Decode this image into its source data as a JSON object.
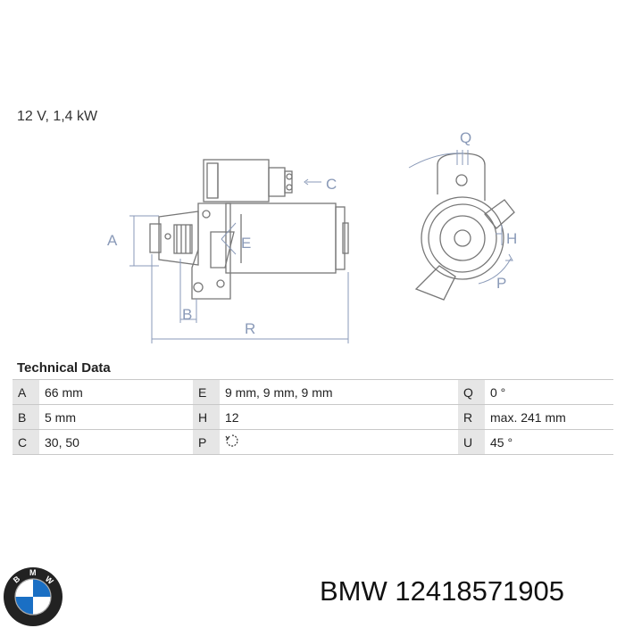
{
  "spec_title": "12 V, 1,4 kW",
  "drawing": {
    "labels": {
      "A": "A",
      "B": "B",
      "C": "C",
      "E": "E",
      "H": "H",
      "P": "P",
      "Q": "Q",
      "R": "R"
    }
  },
  "tech": {
    "heading": "Technical Data",
    "rows": [
      [
        {
          "k": "A",
          "v": "66 mm"
        },
        {
          "k": "E",
          "v": "9 mm, 9 mm, 9 mm"
        },
        {
          "k": "Q",
          "v": "0 °"
        }
      ],
      [
        {
          "k": "B",
          "v": "5 mm"
        },
        {
          "k": "H",
          "v": "12"
        },
        {
          "k": "R",
          "v": "max. 241 mm"
        }
      ],
      [
        {
          "k": "C",
          "v": "30, 50"
        },
        {
          "k": "P",
          "v": ""
        },
        {
          "k": "U",
          "v": "45 °"
        }
      ]
    ],
    "p_symbol_icon": "rotation-direction-icon"
  },
  "logo": {
    "brand": "BMW",
    "letters": [
      "B",
      "M",
      "W"
    ]
  },
  "part_label": "BMW 12418571905"
}
